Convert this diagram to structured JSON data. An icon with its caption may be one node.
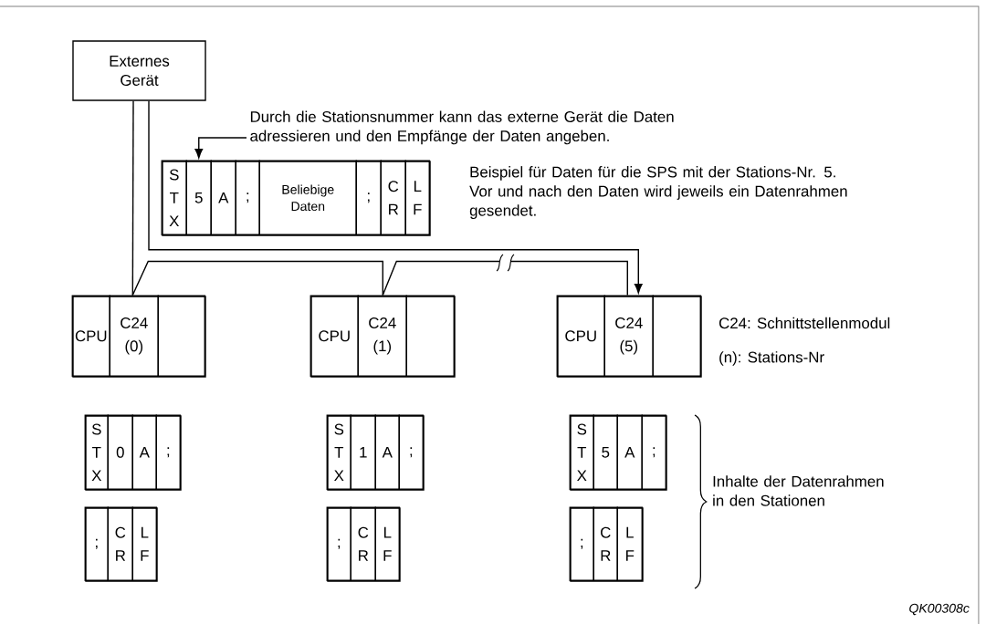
{
  "diagram": {
    "nodes": [
      {
        "text": [
          "Externes Gerät"
        ]
      },
      {
        "text": [
          "Durch die Stationsnummer kann das externe Gerät die Daten adressieren und den Empfänge der Daten angeben."
        ]
      },
      {
        "text": [],
        "shape": "box"
      },
      {
        "text": [
          "S T X"
        ],
        "in": 2
      },
      {
        "text": [
          "5"
        ],
        "in": 2
      },
      {
        "text": [
          "A"
        ],
        "in": 2
      },
      {
        "text": [
          ";"
        ],
        "in": 2
      },
      {
        "text": [
          "Beliebige Daten"
        ],
        "in": 2
      },
      {
        "text": [
          ";"
        ],
        "in": 2
      },
      {
        "text": [
          "C R"
        ],
        "in": 2
      },
      {
        "text": [
          "L F"
        ],
        "in": 2
      },
      {
        "text": [],
        "shape": "box"
      },
      {
        "text": [
          "CPU"
        ],
        "in": 11
      },
      {
        "text": [
          "C24 (0)"
        ],
        "in": 11
      },
      {
        "text": [],
        "shape": "box",
        "in": 11
      },
      {
        "text": [],
        "shape": "box"
      },
      {
        "text": [
          "CPU"
        ],
        "in": 15
      },
      {
        "text": [
          "C24 (1)"
        ],
        "in": 15
      },
      {
        "text": [],
        "shape": "box",
        "in": 15
      },
      {
        "text": [],
        "shape": "box"
      },
      {
        "text": [
          "CPU"
        ],
        "in": 19
      },
      {
        "text": [
          "C24 (5)"
        ],
        "in": 19
      },
      {
        "text": [],
        "shape": "box",
        "in": 19
      },
      {
        "text": [],
        "shape": "box"
      },
      {
        "text": [
          "S T X"
        ],
        "in": 23
      },
      {
        "text": [
          "0"
        ],
        "in": 23
      },
      {
        "text": [
          "A"
        ],
        "in": 23
      },
      {
        "text": [
          ";"
        ],
        "in": 23
      },
      {
        "text": [],
        "shape": "box"
      },
      {
        "text": [
          "S T X"
        ],
        "in": 28
      },
      {
        "text": [
          "1"
        ],
        "in": 28
      },
      {
        "text": [
          "A"
        ],
        "in": 28
      },
      {
        "text": [
          ";"
        ],
        "in": 28
      },
      {
        "text": [],
        "shape": "box"
      },
      {
        "text": [
          "S T X"
        ],
        "in": 33
      },
      {
        "text": [
          "5"
        ],
        "in": 33
      },
      {
        "text": [
          "A"
        ],
        "in": 33
      },
      {
        "text": [
          ";"
        ],
        "in": 33
      },
      {
        "text": [],
        "shape": "box"
      },
      {
        "text": [
          ";"
        ],
        "in": 38
      },
      {
        "text": [
          "C R"
        ],
        "in": 38
      },
      {
        "text": [
          "L F"
        ],
        "in": 38
      },
      {
        "text": [],
        "shape": "box"
      },
      {
        "text": [
          ";"
        ],
        "in": 42
      },
      {
        "text": [
          "C R"
        ],
        "in": 42
      },
      {
        "text": [
          "L F"
        ],
        "in": 42
      },
      {
        "text": [],
        "shape": "box"
      },
      {
        "text": [
          ";"
        ],
        "in": 46
      },
      {
        "text": [
          "C R"
        ],
        "in": 46
      },
      {
        "text": [
          "L F"
        ],
        "in": 46
      }
    ],
    "edges": [
      {
        "from": 0,
        "to": 13,
        "arrow": "none"
      },
      {
        "from": 0,
        "to": 21,
        "arrow": "to"
      },
      {
        "from": 13,
        "to": 17,
        "arrow": "none"
      },
      {
        "from": 17,
        "to": 21,
        "arrow": "none"
      },
      {
        "from": 1,
        "to": 4,
        "arrow": "to"
      }
    ],
    "labels": [
      "Beispiel für Daten für die SPS mit der Stations-Nr. 5. Vor und nach den Daten wird jeweils ein Datenrahmen gesendet.",
      "C24: Schnittstellenmodul",
      "(n): Stations-Nr",
      "Inhalte der Datenrahmen in den Stationen",
      "QK00308c"
    ]
  }
}
